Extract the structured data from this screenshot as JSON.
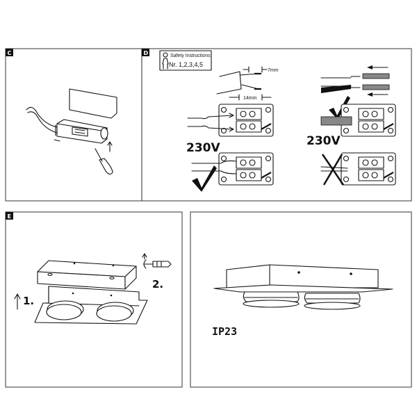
{
  "panels": {
    "c": {
      "label": "C"
    },
    "d": {
      "label": "D",
      "safety_title": "Safety Instructions",
      "safety_numbers": "Nr. 1,2,3,4,5",
      "strip_short": "7mm",
      "strip_long": "14mm",
      "voltage_left": "230V",
      "voltage_right": "230V"
    },
    "e": {
      "label": "E",
      "step1": "1.",
      "step2": "2."
    },
    "f": {
      "rating": "IP23"
    }
  },
  "colors": {
    "ink": "#111111",
    "frame": "#555555"
  }
}
